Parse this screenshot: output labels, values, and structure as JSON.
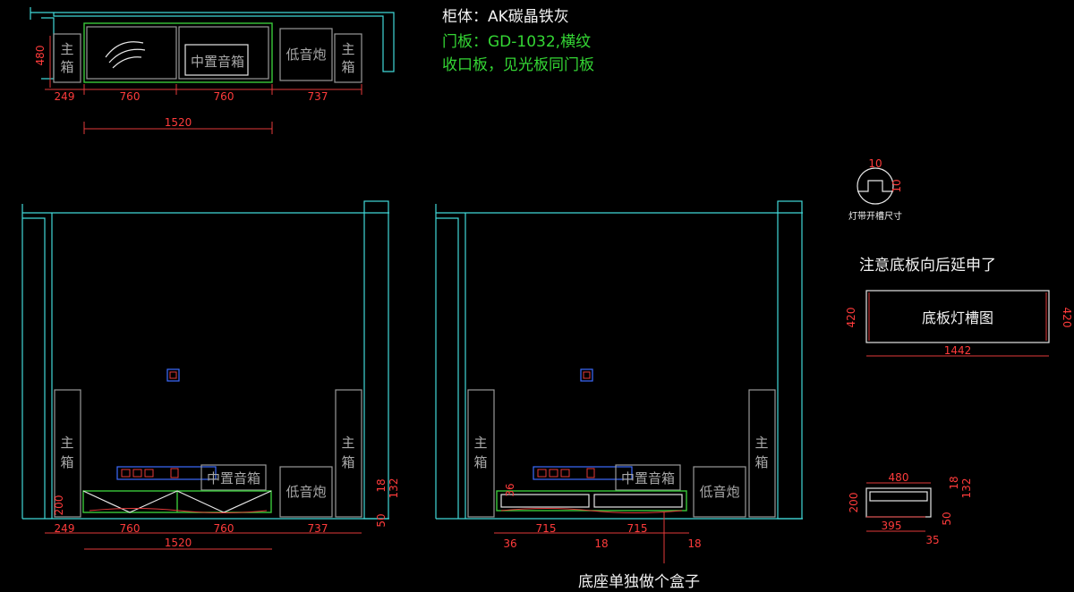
{
  "notes": {
    "cabinet": "柜体：AK碳晶铁灰",
    "door": "门板：GD-1032,横纹",
    "edge": "收口板，见光板同门板",
    "base_extend": "注意底板向后延申了",
    "base_box": "底座单独做个盒子",
    "groove_caption": "灯带开槽尺寸"
  },
  "labels": {
    "main_speaker_1": "主",
    "main_speaker_2": "箱",
    "center_speaker": "中置音箱",
    "subwoofer": "低音炮",
    "base_groove_drawing": "底板灯槽图"
  },
  "dims": {
    "d249": "249",
    "d760": "760",
    "d737": "737",
    "d1520": "1520",
    "d480": "480",
    "d200": "200",
    "d18": "18",
    "d132": "132",
    "d50": "50",
    "d715": "715",
    "d36": "36",
    "d10": "10",
    "d420": "420",
    "d1442": "1442",
    "d395": "395",
    "d35": "35"
  },
  "colors": {
    "background": "#000000",
    "cabinet_outline": "#41d8d8",
    "door_panel": "#39c839",
    "dimension": "#e23a3a",
    "speaker": "#9a9a9a"
  }
}
